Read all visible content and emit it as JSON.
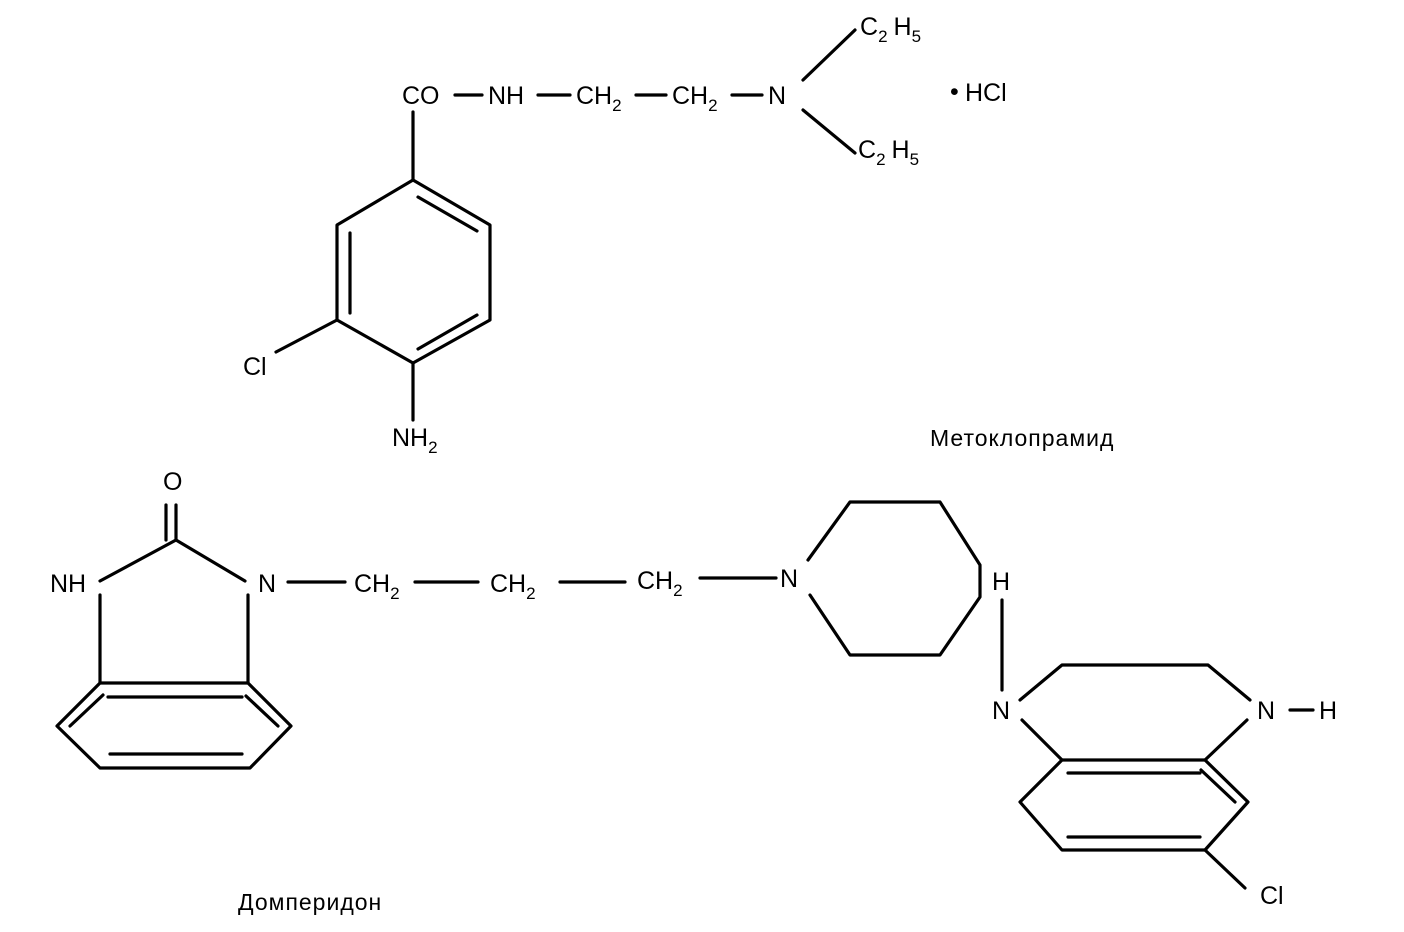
{
  "metoclopramide": {
    "name": "Метоклопрамид",
    "carbonyl": "CO",
    "amide_nh": "NH",
    "ch_1": "CH",
    "ch_2": "CH",
    "sub_2": "2",
    "amine_n": "N",
    "ethyl_c": "C",
    "ethyl_c_sub": "2",
    "ethyl_h": "H",
    "ethyl_h_sub": "5",
    "salt_dot": "•",
    "salt": "HCl",
    "chloro": "Cl",
    "amino": "NH",
    "amino_sub": "2"
  },
  "domperidone": {
    "name": "Домперидон",
    "oxygen": "O",
    "nh_left": "NH",
    "n_right": "N",
    "ch": "CH",
    "sub_2": "2",
    "piperidine_n": "N",
    "h_top": "H",
    "n_lower": "N",
    "nh_n": "N",
    "nh_h": "H",
    "chloro": "Cl"
  }
}
